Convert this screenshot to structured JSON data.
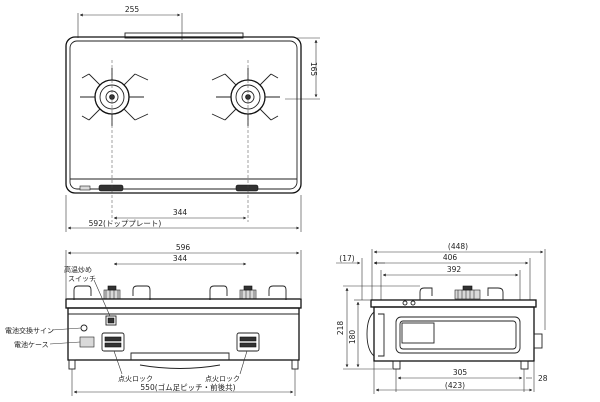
{
  "top_view": {
    "dim_255": "255",
    "dim_165": "165",
    "dim_344": "344",
    "dim_592": "592(トッププレート)"
  },
  "front_view": {
    "dim_596": "596",
    "dim_344": "344",
    "dim_550": "550(ゴム足ピッチ・前後共)",
    "label_high_temp_line1": "高温炒め",
    "label_high_temp_line2": "スイッチ",
    "label_battery_sign": "電池交換サイン",
    "label_battery_case": "電池ケース",
    "label_ignition_lock_left": "点火ロック",
    "label_ignition_lock_right": "点火ロック"
  },
  "side_view": {
    "dim_448": "(448)",
    "dim_17": "(17)",
    "dim_406": "406",
    "dim_392": "392",
    "dim_218": "218",
    "dim_180": "180",
    "dim_305": "305",
    "dim_28": "28",
    "dim_423": "(423)"
  }
}
